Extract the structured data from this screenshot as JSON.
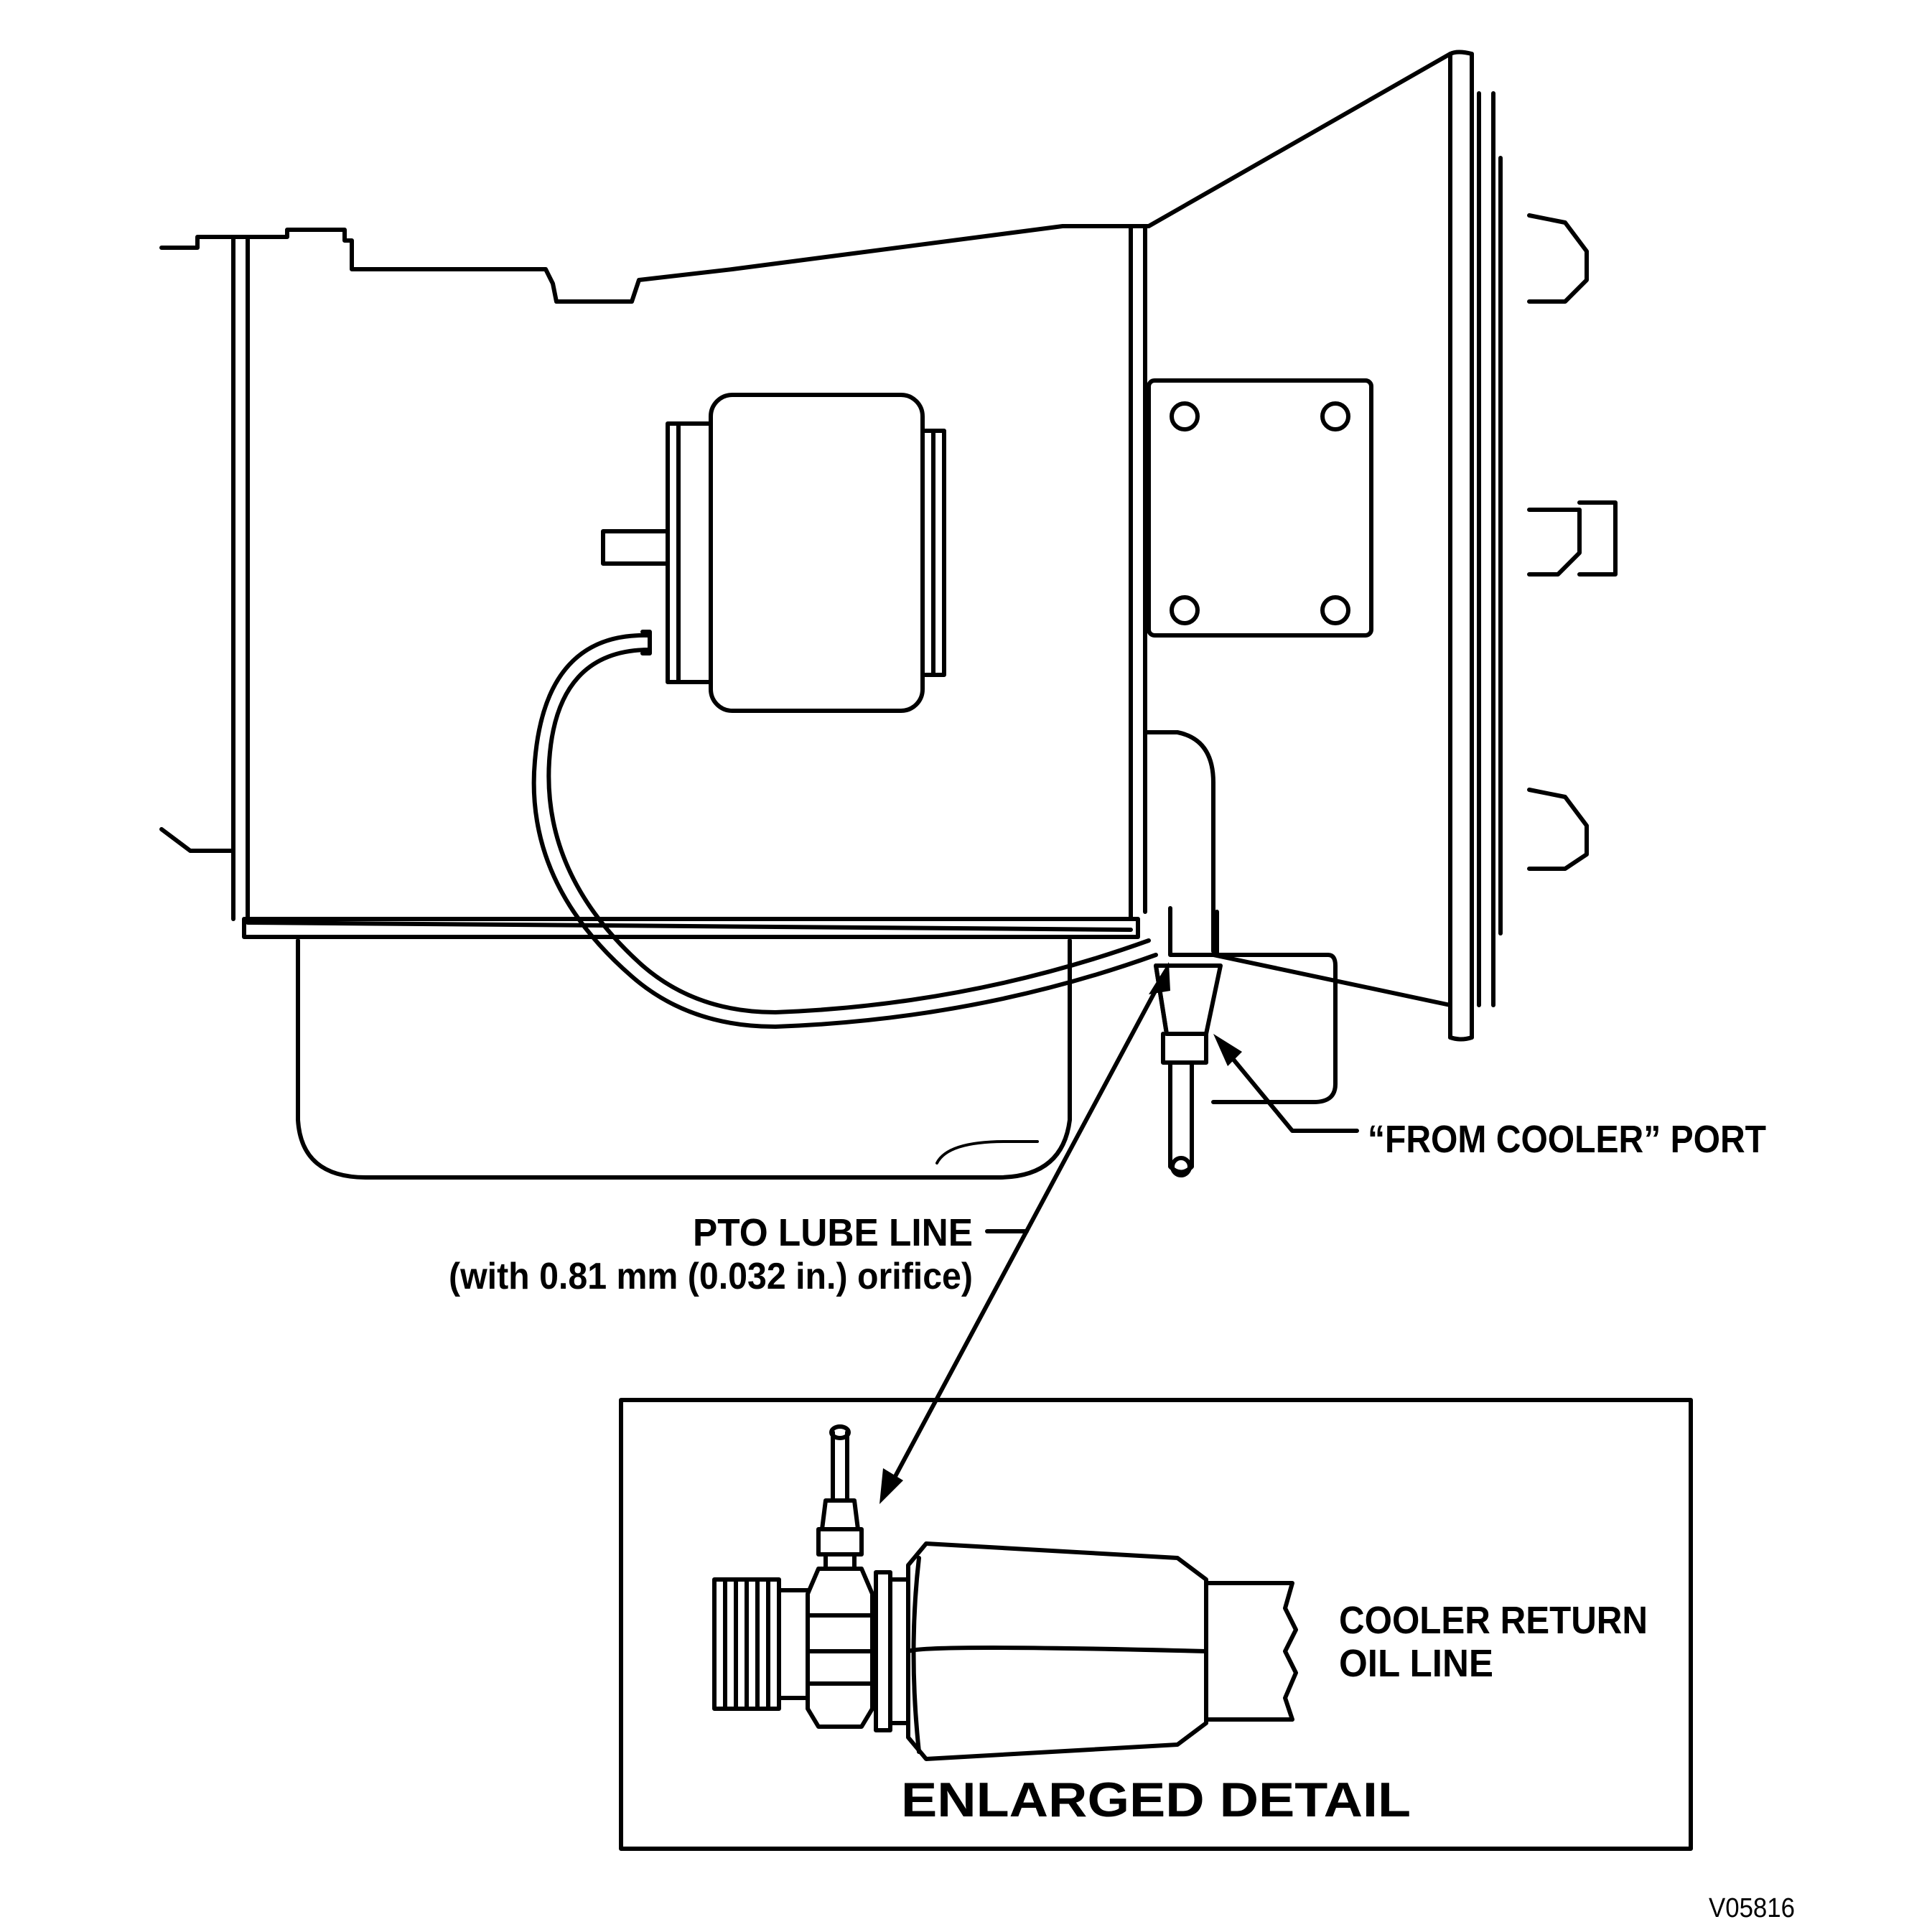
{
  "labels": {
    "from_cooler_port": "“FROM  COOLER” PORT",
    "pto_lube_line_1": "PTO  LUBE  LINE",
    "pto_lube_line_2": "(with 0.81 mm (0.032 in.) orifice)",
    "cooler_return_1": "COOLER  RETURN",
    "cooler_return_2": "OIL  LINE",
    "enlarged_detail": "ENLARGED  DETAIL",
    "figure_code": "V05816"
  },
  "colors": {
    "line": "#000000",
    "background": "#ffffff"
  }
}
